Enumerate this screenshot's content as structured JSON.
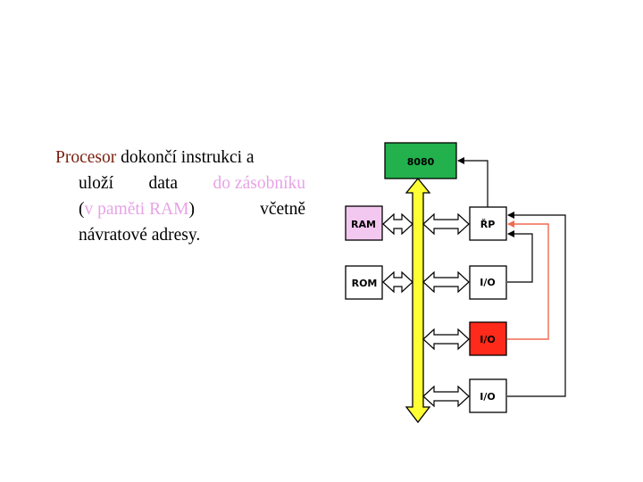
{
  "text": {
    "processor": "Procesor",
    "line1_rest": "dokončí instrukci a",
    "line2_a": "uloží",
    "line2_b": "data",
    "line2_c": "do zásobníku",
    "line3_open": "(",
    "line3_hl": "v paměti RAM",
    "line3_close": ")",
    "line3_rest": "včetně",
    "line4": "návratové adresy."
  },
  "diagram": {
    "cpu": "8080",
    "ram": "RAM",
    "rom": "ROM",
    "sp": "ŘP",
    "io1": "I/O",
    "io2": "I/O",
    "io3": "I/O"
  },
  "colors": {
    "processor_text": "#7a1f0f",
    "highlight_text": "#e7a3e6",
    "cpu_fill": "#22b14c",
    "bus_fill": "#ffff33",
    "ram_fill": "#f3c8f0",
    "io_active_fill": "#ff2a1a",
    "red_arrow": "#f06a50"
  }
}
